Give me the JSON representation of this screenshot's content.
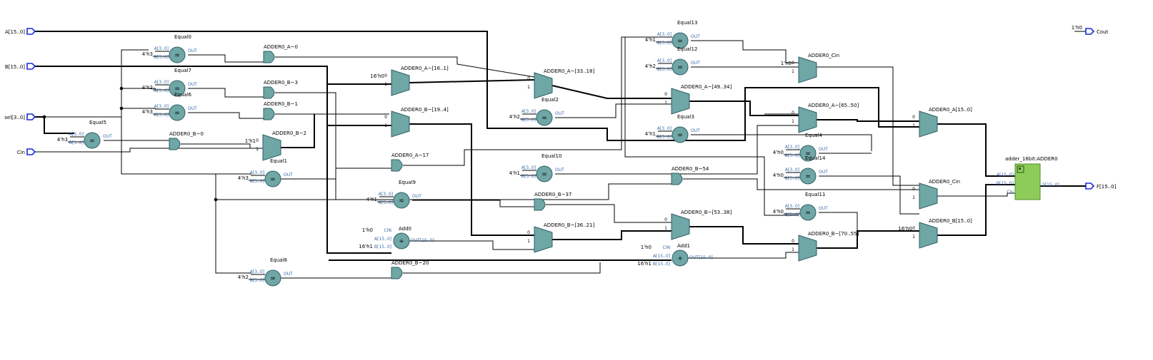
{
  "colors": {
    "background": "#ffffff",
    "wire": "#000000",
    "block_fill": "#6fa6a6",
    "block_stroke": "#2f5f66",
    "port_blue": "#1a2bd6",
    "pin_label": "#3a6aa8",
    "top_fill": "#8ecc5a",
    "top_stroke": "#4f8f2a"
  },
  "ports": {
    "inputs": [
      {
        "id": "A",
        "label": "A[15..0]"
      },
      {
        "id": "B",
        "label": "B[15..0]"
      },
      {
        "id": "sel",
        "label": "sel[3..0]"
      },
      {
        "id": "Cin",
        "label": "Cin"
      }
    ],
    "outputs": [
      {
        "id": "Cout",
        "label": "Cout",
        "const": "1'h0"
      },
      {
        "id": "F",
        "label": "F[15..0]"
      }
    ]
  },
  "comparators": [
    {
      "id": "Equal0",
      "label": "Equal0",
      "a": "A[3..0]",
      "b": "B[3..0]",
      "const": "4'h3",
      "out": "OUT",
      "sym": "="
    },
    {
      "id": "Equal7",
      "label": "Equal7",
      "a": "A[3..0]",
      "b": "B[3..0]",
      "const": "4'h2",
      "out": "OUT",
      "sym": "="
    },
    {
      "id": "Equal6",
      "label": "Equal6",
      "a": "A[3..0]",
      "b": "B[3..0]",
      "const": "4'h3",
      "out": "OUT",
      "sym": "="
    },
    {
      "id": "Equal5",
      "label": "Equal5",
      "a": "A[3..0]",
      "b": "B[3..0]",
      "const": "4'h3",
      "out": "OUT",
      "sym": "="
    },
    {
      "id": "Equal1",
      "label": "Equal1",
      "a": "A[3..0]",
      "b": "B[3..0]",
      "const": "4'h3",
      "out": "OUT",
      "sym": "="
    },
    {
      "id": "Equal8",
      "label": "Equal8",
      "a": "A[3..0]",
      "b": "B[3..0]",
      "const": "4'h2",
      "out": "OUT",
      "sym": "="
    },
    {
      "id": "Equal9",
      "label": "Equal9",
      "a": "A[3..0]",
      "b": "B[3..0]",
      "const": "4'h1",
      "out": "OUT",
      "sym": "="
    },
    {
      "id": "Equal2",
      "label": "Equal2",
      "a": "A[3..0]",
      "b": "B[3..0]",
      "const": "4'h2",
      "out": "OUT",
      "sym": "="
    },
    {
      "id": "Equal10",
      "label": "Equal10",
      "a": "A[3..0]",
      "b": "B[3..0]",
      "const": "4'h1",
      "out": "OUT",
      "sym": "="
    },
    {
      "id": "Equal13",
      "label": "Equal13",
      "a": "A[3..0]",
      "b": "B[3..0]",
      "const": "4'h1",
      "out": "OUT",
      "sym": "="
    },
    {
      "id": "Equal12",
      "label": "Equal12",
      "a": "A[3..0]",
      "b": "B[3..0]",
      "const": "4'h2",
      "out": "OUT",
      "sym": "="
    },
    {
      "id": "Equal3",
      "label": "Equal3",
      "a": "A[3..0]",
      "b": "B[3..0]",
      "const": "4'h1",
      "out": "OUT",
      "sym": "="
    },
    {
      "id": "Equal4",
      "label": "Equal4",
      "a": "A[3..0]",
      "b": "B[3..0]",
      "const": "4'h0",
      "out": "OUT",
      "sym": "="
    },
    {
      "id": "Equal14",
      "label": "Equal14",
      "a": "A[3..0]",
      "b": "B[3..0]",
      "const": "4'h0",
      "out": "OUT",
      "sym": "="
    },
    {
      "id": "Equal11",
      "label": "Equal11",
      "a": "A[3..0]",
      "b": "B[3..0]",
      "const": "4'h0",
      "out": "OUT",
      "sym": "="
    }
  ],
  "adders": [
    {
      "id": "Add0",
      "label": "Add0",
      "cin": "CIN",
      "cin_const": "1'h0",
      "a": "A[15..0]",
      "b": "B[15..0]",
      "b_const": "16'h1",
      "out": "OUT[15..0]",
      "sym": "+"
    },
    {
      "id": "Add1",
      "label": "Add1",
      "cin": "CIN",
      "cin_const": "1'h0",
      "a": "A[15..0]",
      "b": "B[15..0]",
      "b_const": "16'h1",
      "out": "OUT[15..0]",
      "sym": "+"
    }
  ],
  "gates": [
    {
      "id": "g_A0",
      "label": "ADDER0_A~0"
    },
    {
      "id": "g_B3",
      "label": "ADDER0_B~3"
    },
    {
      "id": "g_B1",
      "label": "ADDER0_B~1"
    },
    {
      "id": "g_B0",
      "label": "ADDER0_B~0"
    },
    {
      "id": "g_A17",
      "label": "ADDER0_A~17"
    },
    {
      "id": "g_B37",
      "label": "ADDER0_B~37"
    },
    {
      "id": "g_B20",
      "label": "ADDER0_B~20"
    },
    {
      "id": "g_B54",
      "label": "ADDER0_B~54"
    }
  ],
  "muxes": [
    {
      "id": "m_B2",
      "label": "ADDER0_B~2",
      "in0": "0",
      "in1": "1",
      "const": "1'h1"
    },
    {
      "id": "m_A16",
      "label": "ADDER0_A~[16..1]",
      "in0": "0",
      "in1": "1",
      "const": "16'h0"
    },
    {
      "id": "m_B19",
      "label": "ADDER0_B~[19..4]",
      "in0": "0",
      "in1": "1",
      "const": ""
    },
    {
      "id": "m_A33",
      "label": "ADDER0_A~[33..18]",
      "in0": "0",
      "in1": "1",
      "const": ""
    },
    {
      "id": "m_B36",
      "label": "ADDER0_B~[36..21]",
      "in0": "0",
      "in1": "1",
      "const": ""
    },
    {
      "id": "m_A49",
      "label": "ADDER0_A~[49..34]",
      "in0": "0",
      "in1": "1",
      "const": ""
    },
    {
      "id": "m_B53",
      "label": "ADDER0_B~[53..38]",
      "in0": "0",
      "in1": "1",
      "const": ""
    },
    {
      "id": "m_Cin1",
      "label": "ADDER0_Cin",
      "in0": "0",
      "in1": "1",
      "const": "1'h0"
    },
    {
      "id": "m_A65",
      "label": "ADDER0_A~[65..50]",
      "in0": "0",
      "in1": "1",
      "const": ""
    },
    {
      "id": "m_B70",
      "label": "ADDER0_B~[70..55]",
      "in0": "0",
      "in1": "1",
      "const": ""
    },
    {
      "id": "m_A15",
      "label": "ADDER0_A[15..0]",
      "in0": "0",
      "in1": "1",
      "const": ""
    },
    {
      "id": "m_Cin2",
      "label": "ADDER0_Cin",
      "in0": "0",
      "in1": "1",
      "const": ""
    },
    {
      "id": "m_Bout",
      "label": "ADDER0_B[15..0]",
      "in0": "0",
      "in1": "1",
      "const": "16'h0"
    }
  ],
  "instance": {
    "label": "adder_16bit:ADDER0",
    "pins_in": [
      "A[15..0]",
      "B[15..0]",
      "Cin"
    ],
    "pin_out": "S[15..0]"
  }
}
